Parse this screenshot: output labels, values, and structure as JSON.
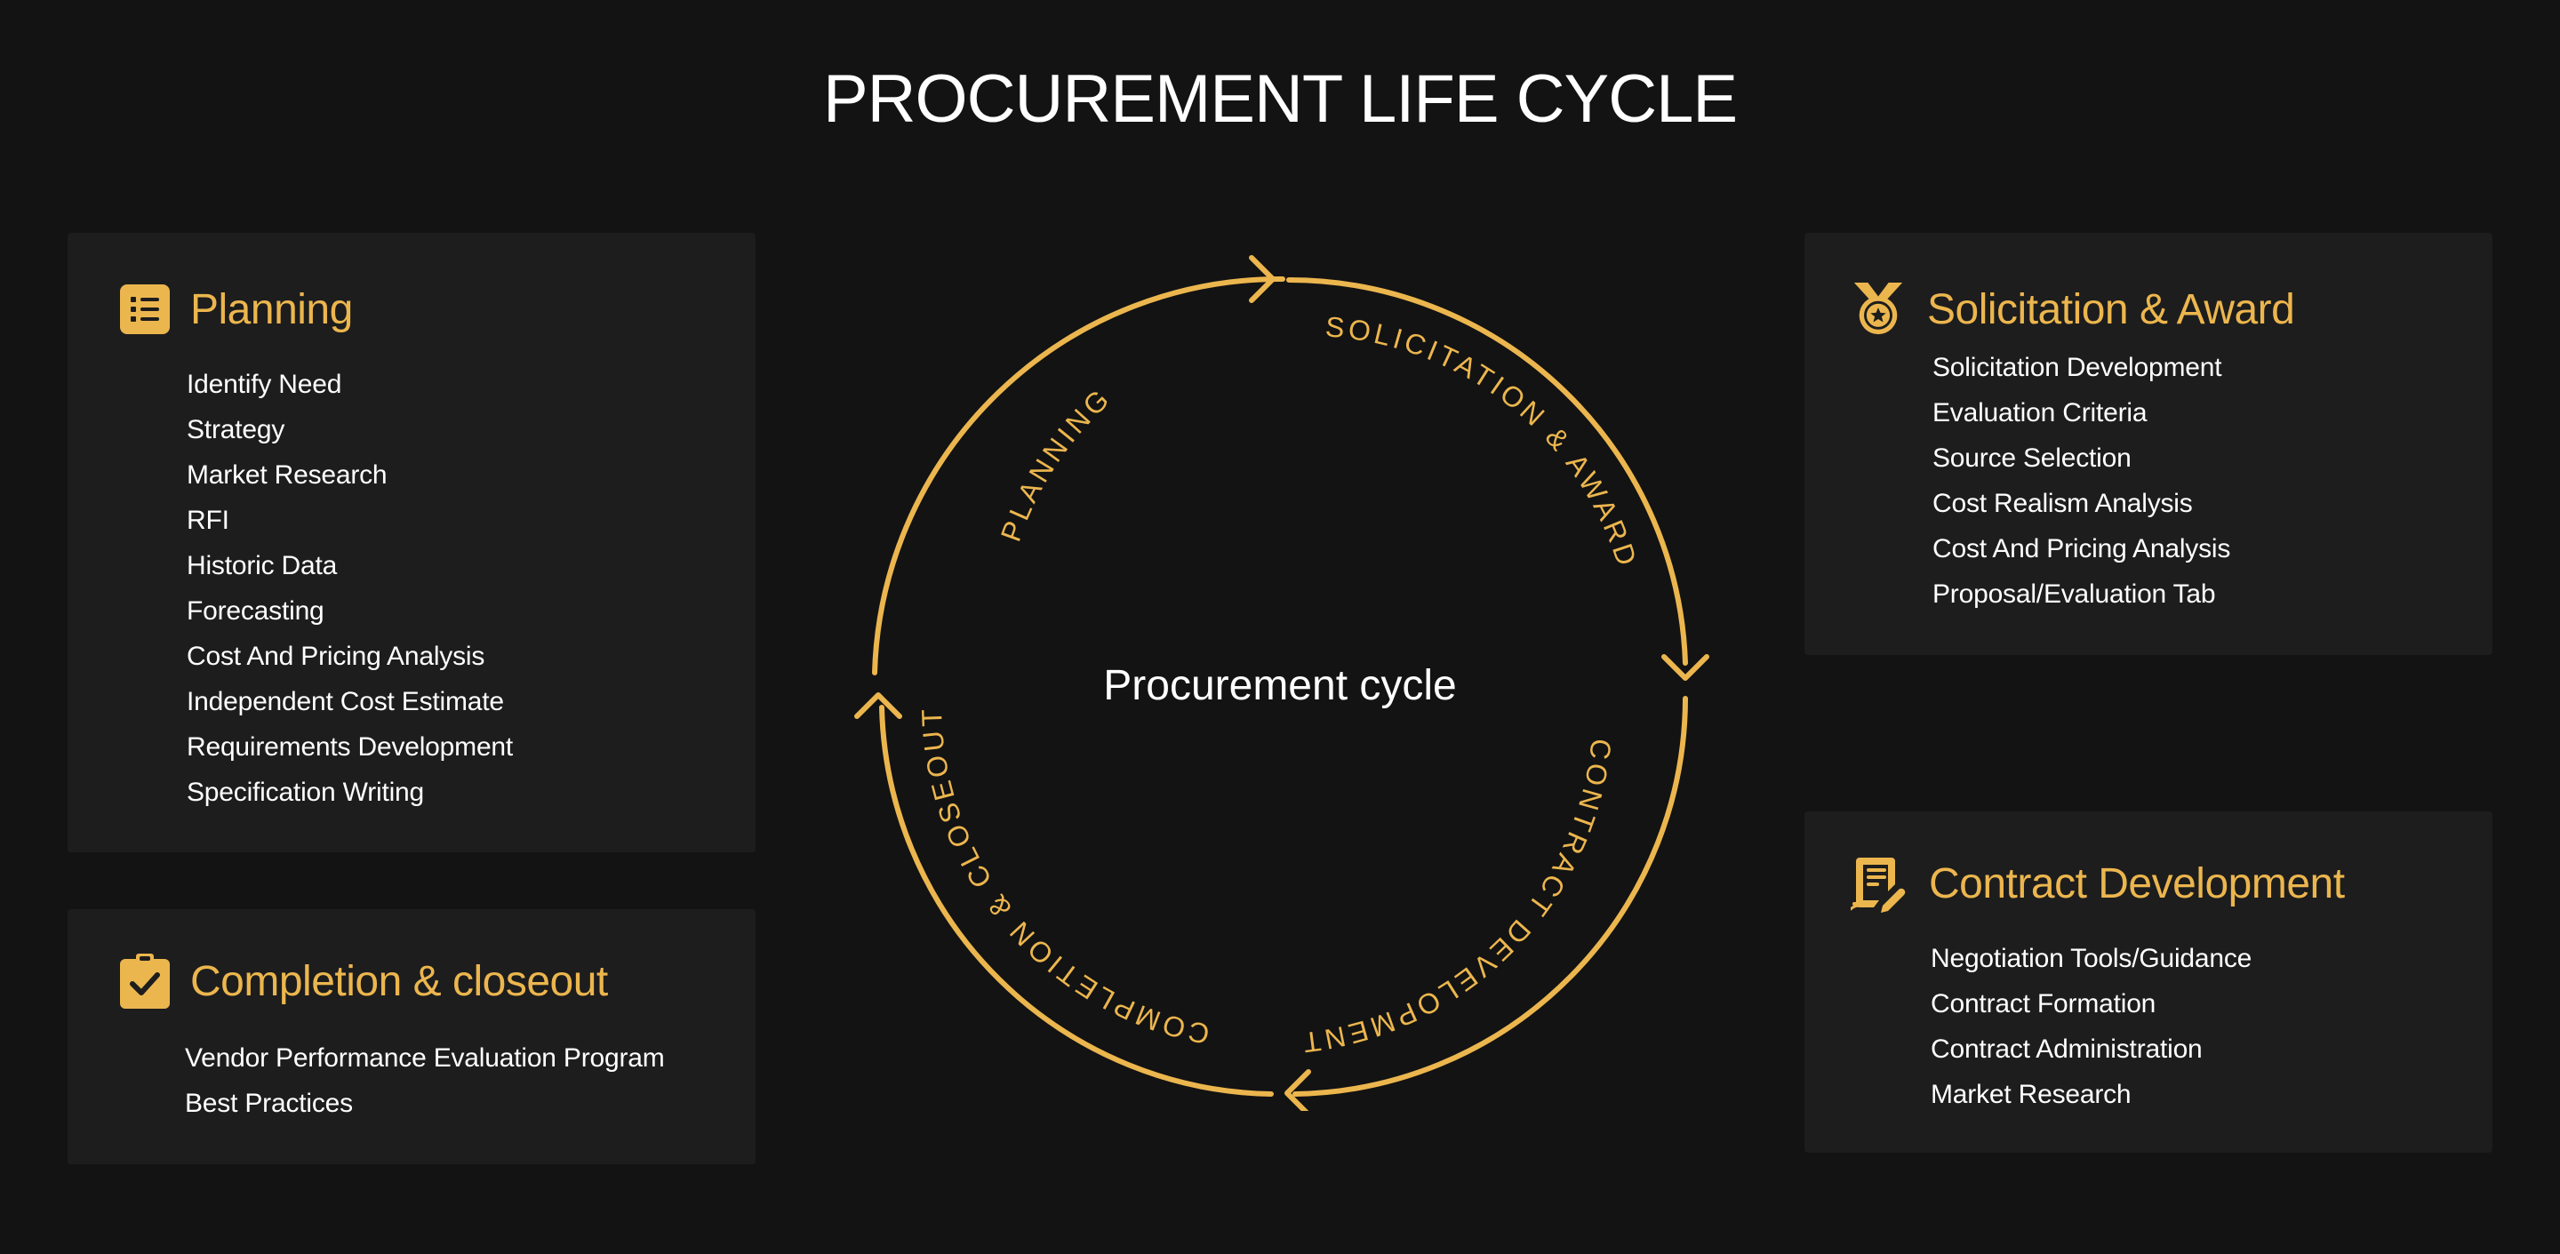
{
  "title": "PROCUREMENT LIFE CYCLE",
  "accent_color": "#ecb64e",
  "background_color": "#131313",
  "card_color": "#1d1d1d",
  "cycle": {
    "center_label": "Procurement cycle",
    "stages": [
      "PLANNING",
      "SOLICITATION & AWARD",
      "CONTRACT DEVELOPMENT",
      "COMPLETION & CLOSEOUT"
    ]
  },
  "cards": {
    "planning": {
      "title": "Planning",
      "icon": "list-icon",
      "items": [
        "Identify Need",
        "Strategy",
        "Market Research",
        "RFI",
        "Historic Data",
        "Forecasting",
        "Cost And Pricing Analysis",
        "Independent Cost Estimate",
        "Requirements Development",
        "Specification Writing"
      ]
    },
    "completion": {
      "title": "Completion & closeout",
      "icon": "clipboard-check-icon",
      "items": [
        "Vendor Performance Evaluation Program",
        "Best Practices"
      ]
    },
    "solicitation": {
      "title": "Solicitation & Award",
      "icon": "medal-icon",
      "items": [
        "Solicitation Development",
        "Evaluation Criteria",
        "Source Selection",
        "Cost Realism Analysis",
        "Cost And Pricing Analysis",
        "Proposal/Evaluation Tab"
      ]
    },
    "contract": {
      "title": "Contract Development",
      "icon": "contract-sign-icon",
      "items": [
        "Negotiation Tools/Guidance",
        "Contract Formation",
        "Contract Administration",
        "Market Research"
      ]
    }
  }
}
